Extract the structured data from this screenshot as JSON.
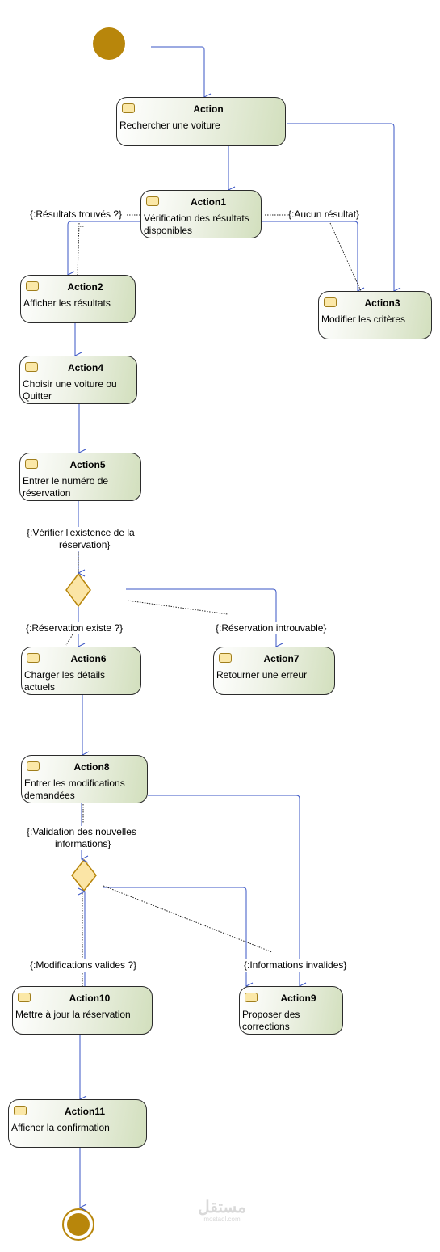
{
  "nodes": {
    "action": {
      "title": "Action",
      "text": "Rechercher une voiture"
    },
    "action1": {
      "title": "Action1",
      "text": "Vérification des résultats disponibles"
    },
    "action2": {
      "title": "Action2",
      "text": "Afficher les résultats"
    },
    "action3": {
      "title": "Action3",
      "text": "Modifier les critères"
    },
    "action4": {
      "title": "Action4",
      "text": "Choisir une voiture ou Quitter"
    },
    "action5": {
      "title": "Action5",
      "text": "Entrer le numéro de réservation"
    },
    "action6": {
      "title": "Action6",
      "text": "Charger les détails actuels"
    },
    "action7": {
      "title": "Action7",
      "text": "Retourner une erreur"
    },
    "action8": {
      "title": "Action8",
      "text": "Entrer les modifications demandées"
    },
    "action9": {
      "title": "Action9",
      "text": "Proposer des corrections"
    },
    "action10": {
      "title": "Action10",
      "text": "Mettre à jour la réservation"
    },
    "action11": {
      "title": "Action11",
      "text": "Afficher la confirmation"
    }
  },
  "guards": {
    "results_found": "{:Résultats trouvés ?}",
    "no_result": "{:Aucun résultat}",
    "verify_existence_1": "{:Vérifier l'existence de la",
    "verify_existence_2": "réservation}",
    "reservation_exists": "{:Réservation existe ?}",
    "reservation_not_found": "{:Réservation introuvable}",
    "validation_1": "{:Validation des nouvelles",
    "validation_2": "informations}",
    "modifications_valid": "{:Modifications valides ?}",
    "invalid_info": "{:Informations invalides}"
  },
  "watermark": {
    "arabic": "مستقل",
    "latin": "mostaql.com"
  },
  "colors": {
    "arrow": "#3a55c4",
    "initial_node": "#b8860b",
    "decision_fill": "#fbe5a6",
    "decision_stroke": "#b8860b"
  }
}
